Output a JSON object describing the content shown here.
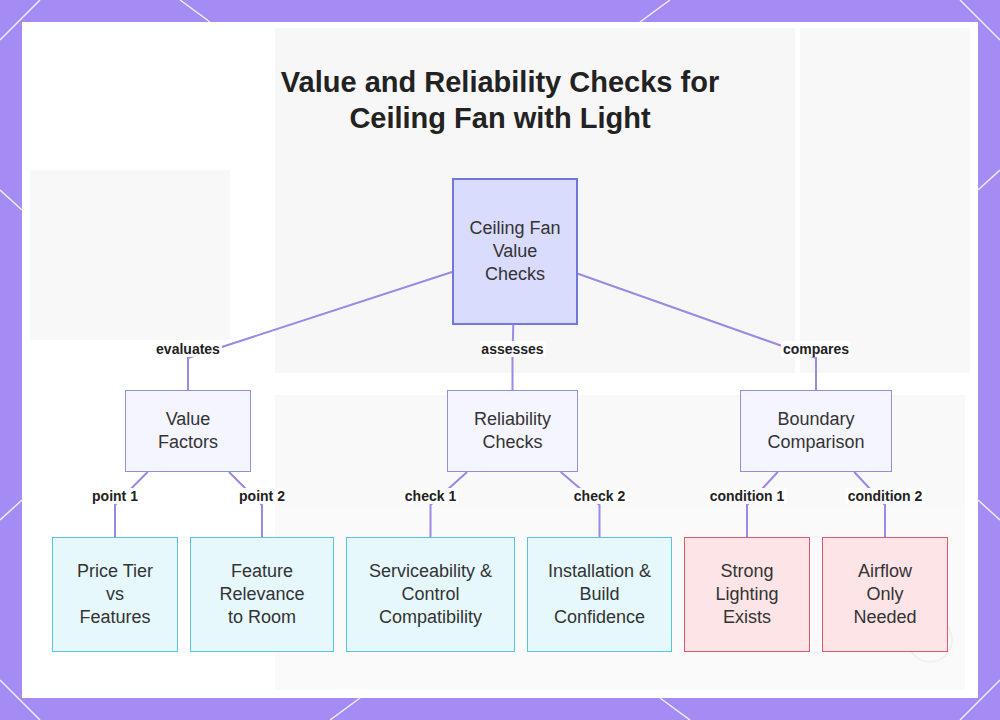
{
  "diagram": {
    "title": "Value and Reliability Checks for Ceiling Fan with Light",
    "nodes": [
      {
        "text": [
          "Ceiling Fan Value Checks"
        ]
      },
      {
        "text": [
          "Value Factors"
        ]
      },
      {
        "text": [
          "Reliability Checks"
        ]
      },
      {
        "text": [
          "Boundary Comparison"
        ]
      },
      {
        "text": [
          "Price Tier vs Features"
        ]
      },
      {
        "text": [
          "Feature Relevance to Room"
        ]
      },
      {
        "text": [
          "Serviceability & Control Compatibility"
        ]
      },
      {
        "text": [
          "Installation & Build Confidence"
        ]
      },
      {
        "text": [
          "Strong Lighting Exists"
        ]
      },
      {
        "text": [
          "Airflow Only Needed"
        ]
      }
    ],
    "edges": [
      {
        "from": 0,
        "to": 1,
        "label": "evaluates",
        "arrow": "none"
      },
      {
        "from": 0,
        "to": 2,
        "label": "assesses",
        "arrow": "none"
      },
      {
        "from": 0,
        "to": 3,
        "label": "compares",
        "arrow": "none"
      },
      {
        "from": 1,
        "to": 4,
        "label": "point 1",
        "arrow": "none"
      },
      {
        "from": 1,
        "to": 5,
        "label": "point 2",
        "arrow": "none"
      },
      {
        "from": 2,
        "to": 6,
        "label": "check 1",
        "arrow": "none"
      },
      {
        "from": 2,
        "to": 7,
        "label": "check 2",
        "arrow": "none"
      },
      {
        "from": 3,
        "to": 8,
        "label": "condition 1",
        "arrow": "none"
      },
      {
        "from": 3,
        "to": 9,
        "label": "condition 2",
        "arrow": "none"
      }
    ]
  }
}
